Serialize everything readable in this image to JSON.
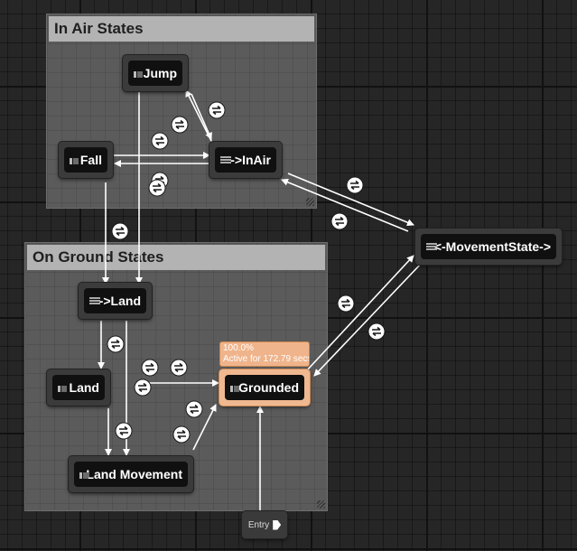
{
  "groups": {
    "in_air": {
      "title": "In Air States"
    },
    "on_ground": {
      "title": "On Ground States"
    }
  },
  "states": {
    "jump": "Jump",
    "fall": "Fall",
    "in_air": "->InAir",
    "movement_state": "<-MovementState->",
    "land_conduit": "->Land",
    "land": "Land",
    "grounded": "Grounded",
    "land_movement": "Land Movement"
  },
  "grounded_info": {
    "percent": "100.0%",
    "active": "Active for 172.79 secs"
  },
  "entry": {
    "label": "Entry"
  },
  "colors": {
    "active_state": "#f0b890",
    "wire": "#ffffff",
    "group_header": "#b3b3b3"
  },
  "icons": {
    "state": "state-machine-icon",
    "conduit": "conduit-icon",
    "transition": "transition-rule-icon",
    "entry": "entry-play-icon"
  }
}
